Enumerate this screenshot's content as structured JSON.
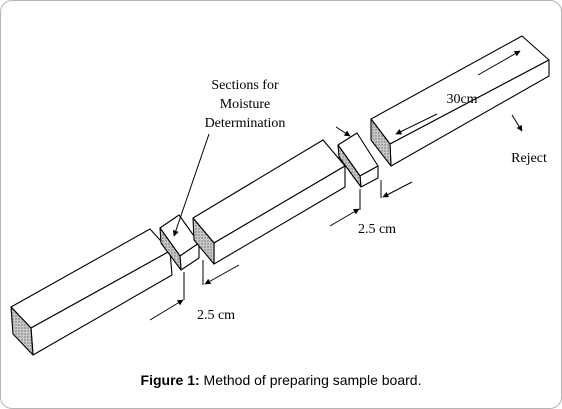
{
  "labels": {
    "sections_line1": "Sections for",
    "sections_line2": "Moisture",
    "sections_line3": "Determination",
    "length_30": "30cm",
    "reject": "Reject",
    "width_left": "2.5 cm",
    "width_right": "2.5 cm"
  },
  "caption": {
    "prefix": "Figure 1:",
    "text": " Method of preparing sample board."
  },
  "colors": {
    "stroke": "#000000",
    "end_hatch": "#9a9a9a",
    "frame_border": "#b5b5b5"
  }
}
